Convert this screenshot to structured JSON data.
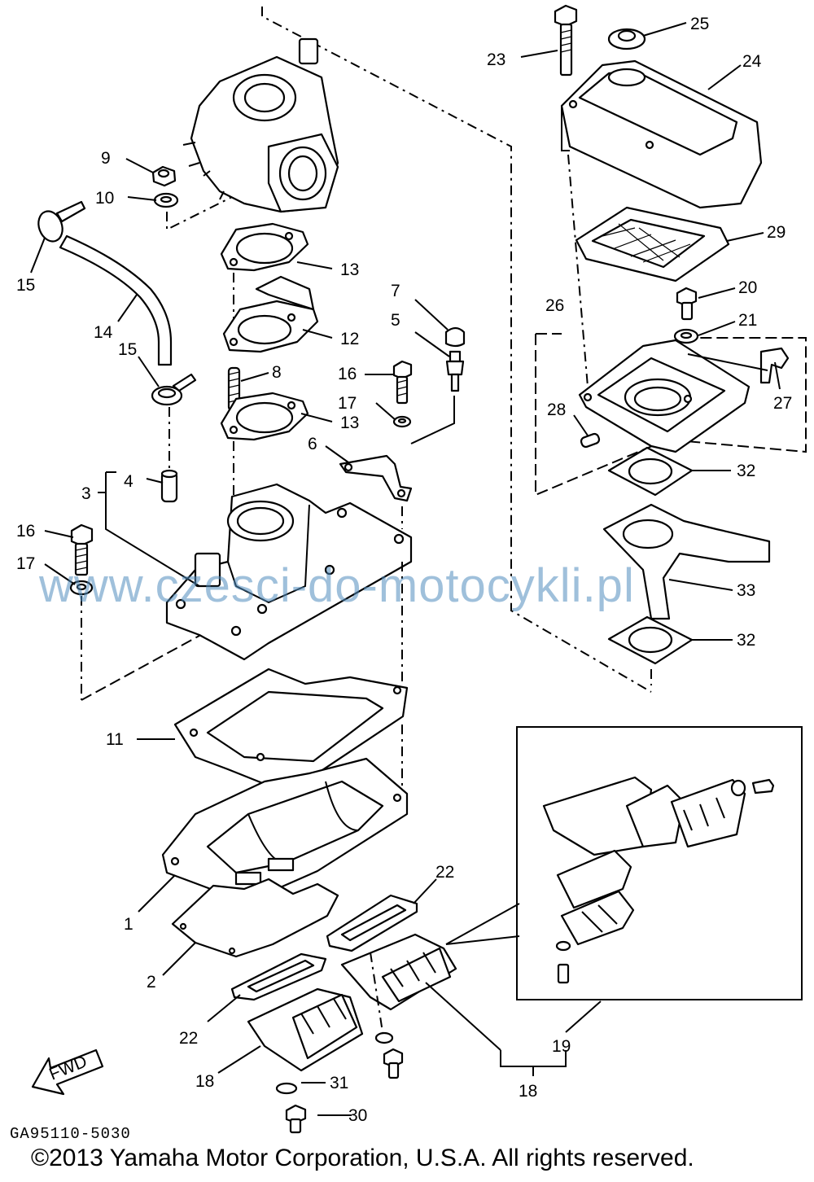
{
  "diagram": {
    "code": "GA95110-5030",
    "watermark": "www.czesci-do-motocykli.pl",
    "copyright": "©2013 Yamaha Motor Corporation, U.S.A. All rights reserved.",
    "fwd_label": "FWD"
  },
  "callouts": {
    "c1": "1",
    "c2": "2",
    "c3": "3",
    "c4": "4",
    "c5": "5",
    "c6": "6",
    "c7": "7",
    "c8": "8",
    "c9": "9",
    "c10": "10",
    "c11": "11",
    "c12": "12",
    "c13a": "13",
    "c13b": "13",
    "c14": "14",
    "c15a": "15",
    "c15b": "15",
    "c16a": "16",
    "c16b": "16",
    "c17a": "17",
    "c17b": "17",
    "c18a": "18",
    "c18b": "18",
    "c19": "19",
    "c20": "20",
    "c21": "21",
    "c22a": "22",
    "c22b": "22",
    "c23": "23",
    "c24": "24",
    "c25": "25",
    "c26": "26",
    "c27": "27",
    "c28": "28",
    "c29": "29",
    "c30": "30",
    "c31": "31",
    "c32a": "32",
    "c32b": "32",
    "c33": "33"
  }
}
